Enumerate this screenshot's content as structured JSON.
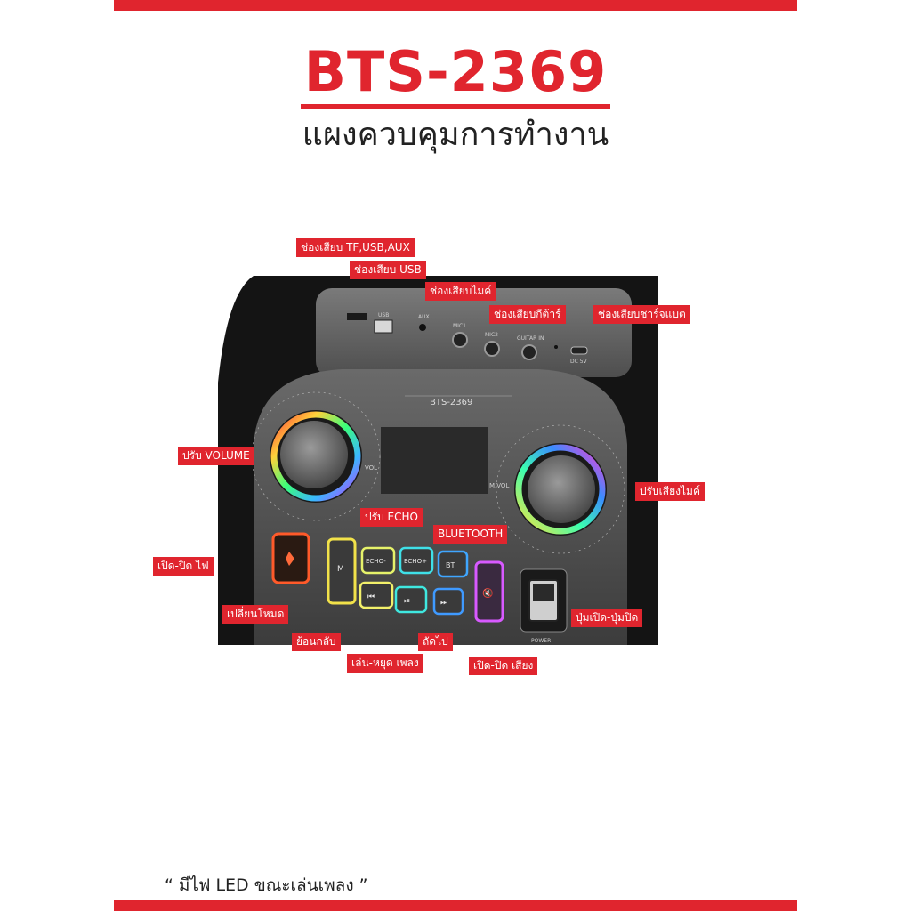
{
  "title": "BTS-2369",
  "subtitle": "แผงควบคุมการทำงาน",
  "footer": "“ มีไฟ LED ขณะเล่นเพลง ”",
  "colors": {
    "accent": "#e0252e",
    "panel": "#4a4a4a",
    "body": "#141414"
  },
  "device": {
    "model": "BTS-2369",
    "ports": {
      "aux": "AUX",
      "usb": "USB",
      "mic1": "MIC1",
      "mic2": "MIC2",
      "guitar": "GUITAR IN",
      "dc": "DC 5V"
    },
    "knobs": {
      "vol": "VOL",
      "mvol": "M.VOL"
    },
    "buttons": {
      "m": "M",
      "echo_minus": "ECHO-",
      "echo_plus": "ECHO+",
      "bt": "BT",
      "power": "POWER"
    }
  },
  "labels": {
    "tf_usb_aux": "ช่องเสียบ TF,USB,AUX",
    "usb": "ช่องเสียบ USB",
    "mic": "ช่องเสียบไมค์",
    "guitar": "ช่องเสียบกีต้าร์",
    "charge": "ช่องเสียบชาร์จแบต",
    "volume": "ปรับ VOLUME",
    "mic_volume": "ปรับเสียงไมค์",
    "echo": "ปรับ ECHO",
    "bluetooth": "BLUETOOTH",
    "light": "เปิด-ปิด ไฟ",
    "mode": "เปลี่ยนโหมด",
    "prev": "ย้อนกลับ",
    "next": "ถัดไป",
    "play_pause": "เล่น-หยุด เพลง",
    "mute": "เปิด-ปิด เสียง",
    "power": "ปุ่มเปิด-ปุ่มปิด"
  }
}
